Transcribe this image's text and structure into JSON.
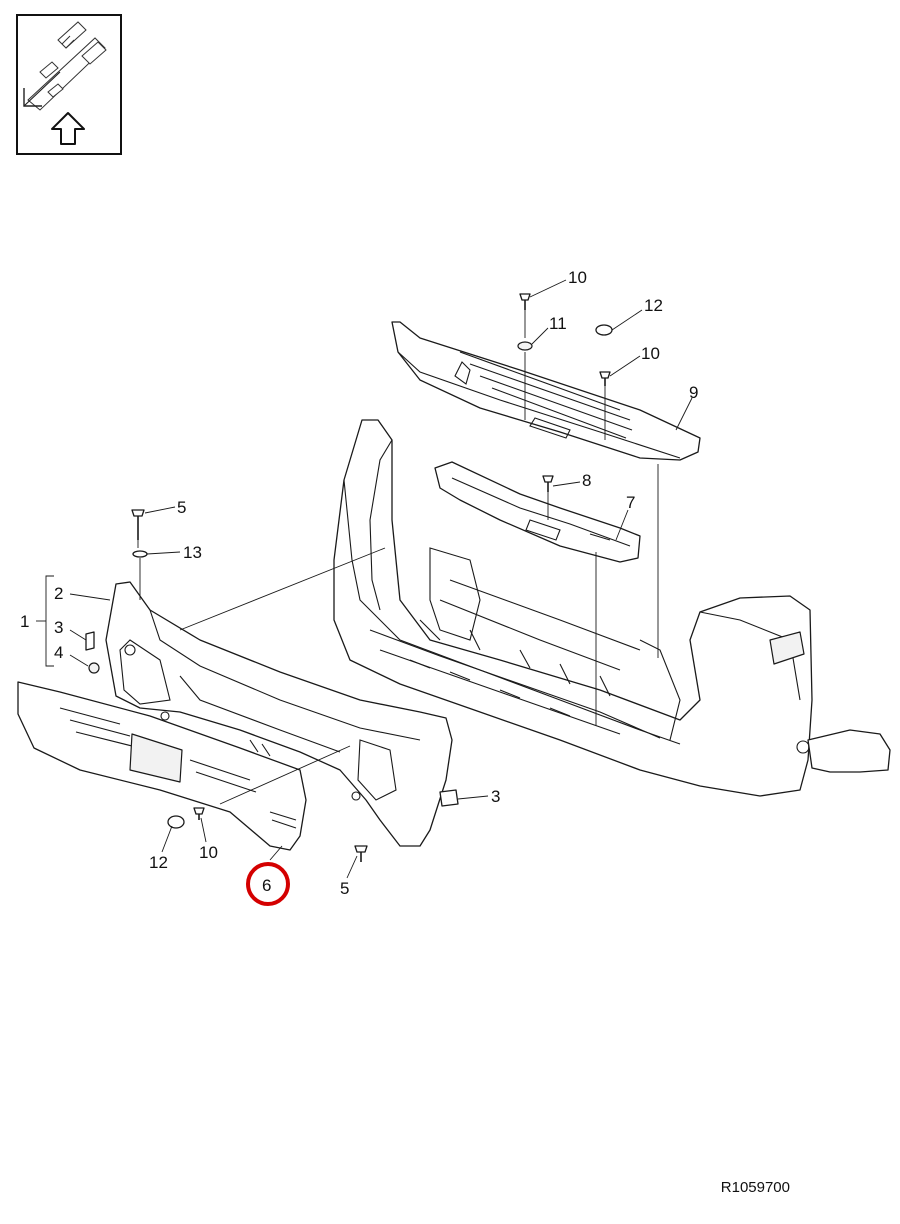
{
  "diagram": {
    "highlight_color": "#d40000",
    "highlighted_callout": "6",
    "callouts": {
      "c1": "1",
      "c2": "2",
      "c3a": "3",
      "c4": "4",
      "c5a": "5",
      "c13": "13",
      "c3b": "3",
      "c5b": "5",
      "c6": "6",
      "c10a": "10",
      "c12a": "12",
      "c10b": "10",
      "c11": "11",
      "c12b": "12",
      "c10c": "10",
      "c9": "9",
      "c8": "8",
      "c7": "7"
    },
    "orientation_icon": "vehicle-front-arrow-icon",
    "reference_code": "R1059700"
  }
}
